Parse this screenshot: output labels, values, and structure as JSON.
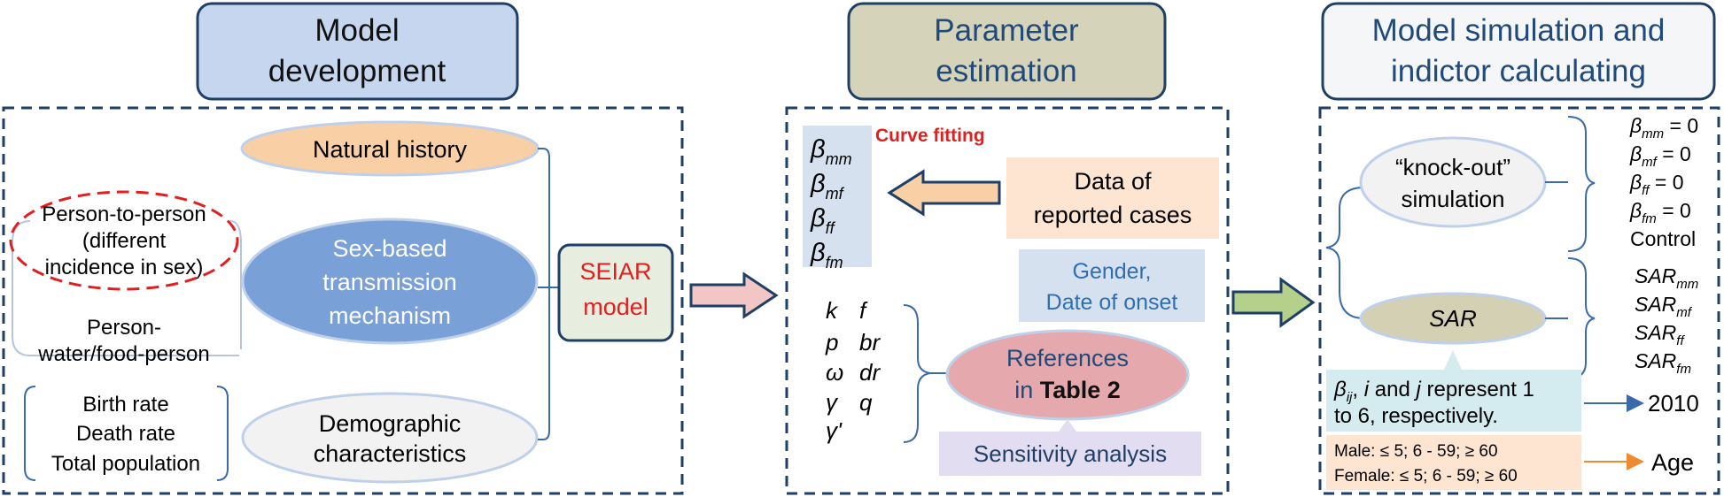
{
  "stages": {
    "model_development": [
      "Model",
      "development"
    ],
    "parameter_estimation": [
      "Parameter",
      "estimation"
    ],
    "simulation": [
      "Model simulation and",
      "indictor calculating"
    ]
  },
  "development": {
    "natural_history": "Natural history",
    "sex_based": [
      "Sex-based",
      "transmission",
      "mechanism"
    ],
    "demographic": [
      "Demographic",
      "characteristics"
    ],
    "person_to_person": [
      "Person-to-person",
      "(different",
      "incidence in sex)"
    ],
    "person_water": [
      "Person-",
      "water/food-person"
    ],
    "demographic_items": [
      "Birth rate",
      "Death rate",
      "Total population"
    ],
    "seiar": [
      "SEIAR",
      "model"
    ]
  },
  "estimation": {
    "curve_fitting": "Curve fitting",
    "betas": [
      {
        "base": "β",
        "sub": "mm"
      },
      {
        "base": "β",
        "sub": "mf"
      },
      {
        "base": "β",
        "sub": "ff"
      },
      {
        "base": "β",
        "sub": "fm"
      }
    ],
    "data_reported": [
      "Data of",
      "reported cases"
    ],
    "gender_onset": [
      "Gender,",
      "Date of onset"
    ],
    "params_left": [
      "k",
      "p",
      "ω",
      "γ",
      "γ'"
    ],
    "params_right": [
      "f",
      "br",
      "dr",
      "q"
    ],
    "references": [
      "References",
      "in ",
      "Table 2"
    ],
    "sensitivity": "Sensitivity analysis"
  },
  "simulation": {
    "knockout": [
      "“knock-out”",
      "simulation"
    ],
    "knockout_items": [
      {
        "base": "β",
        "sub": "mm",
        "rest": " = 0"
      },
      {
        "base": "β",
        "sub": "mf",
        "rest": " = 0"
      },
      {
        "base": "β",
        "sub": "ff",
        "rest": " = 0"
      },
      {
        "base": "β",
        "sub": "fm",
        "rest": " = 0"
      },
      {
        "base": "Control",
        "sub": "",
        "rest": ""
      }
    ],
    "sar": "SAR",
    "sar_items": [
      {
        "base": "SAR",
        "sub": "mm"
      },
      {
        "base": "SAR",
        "sub": "mf"
      },
      {
        "base": "SAR",
        "sub": "ff"
      },
      {
        "base": "SAR",
        "sub": "fm"
      }
    ],
    "beta_ij": {
      "base": "β",
      "sub": "ij",
      "rest1": ", ",
      "i": "i",
      "and": " and ",
      "j": "j",
      "rest2": " represent 1",
      "line2": "to 6, respectively."
    },
    "year": "2010",
    "age_groups": [
      "Male: ≤ 5; 6 - 59; ≥ 60",
      "Female: ≤ 5; 6 - 59; ≥ 60"
    ],
    "age": "Age"
  },
  "colors": {
    "dash_border": "#1f3f66",
    "stage1_fill": "#c5d6ee",
    "stage2_fill": "#d6d3bb",
    "stage3_fill": "#f4f6f8",
    "orange_fill": "#f9cfa5",
    "blue_fill": "#7aa0d8",
    "red_text": "#e02020",
    "pink_fill": "#e5a9ad",
    "olive_fill": "#d4d0b3",
    "light_blue_box": "#d6e1f0",
    "peach_box": "#fde5d2",
    "cyan_box": "#d4ebf0",
    "lavender_box": "#e2ddf0",
    "arrow_green": "#b5d08a",
    "arrow_pink": "#f3c6c6"
  }
}
